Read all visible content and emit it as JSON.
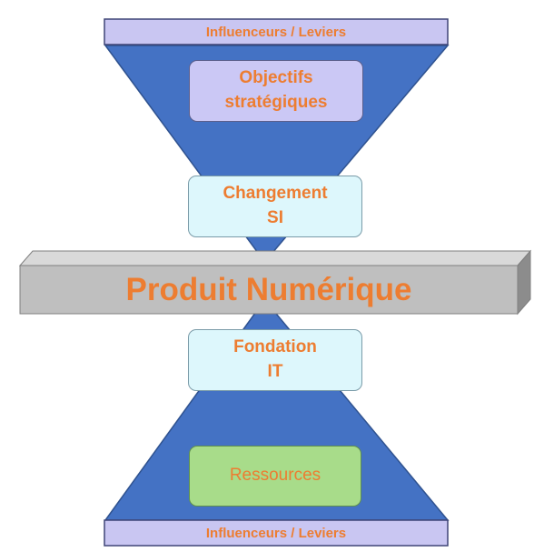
{
  "top_bar": {
    "label": "Influenceurs / Leviers"
  },
  "bottom_bar": {
    "label": "Influenceurs / Leviers"
  },
  "boxes": {
    "objectifs": "Objectifs\nstratégiques",
    "changement": "Changement\nSI",
    "fondation": "Fondation\nIT",
    "ressources": "Ressources"
  },
  "central": {
    "label": "Produit Numérique"
  },
  "colors": {
    "accent_text": "#ED7D31",
    "funnel_blue": "#4472C4",
    "bar_lavender": "#C9C6F2",
    "box_purple": "#CBC8F5",
    "box_cyan": "#DDF7FC",
    "box_green": "#A8DC8A",
    "central_gray": "#BFBFBF"
  }
}
